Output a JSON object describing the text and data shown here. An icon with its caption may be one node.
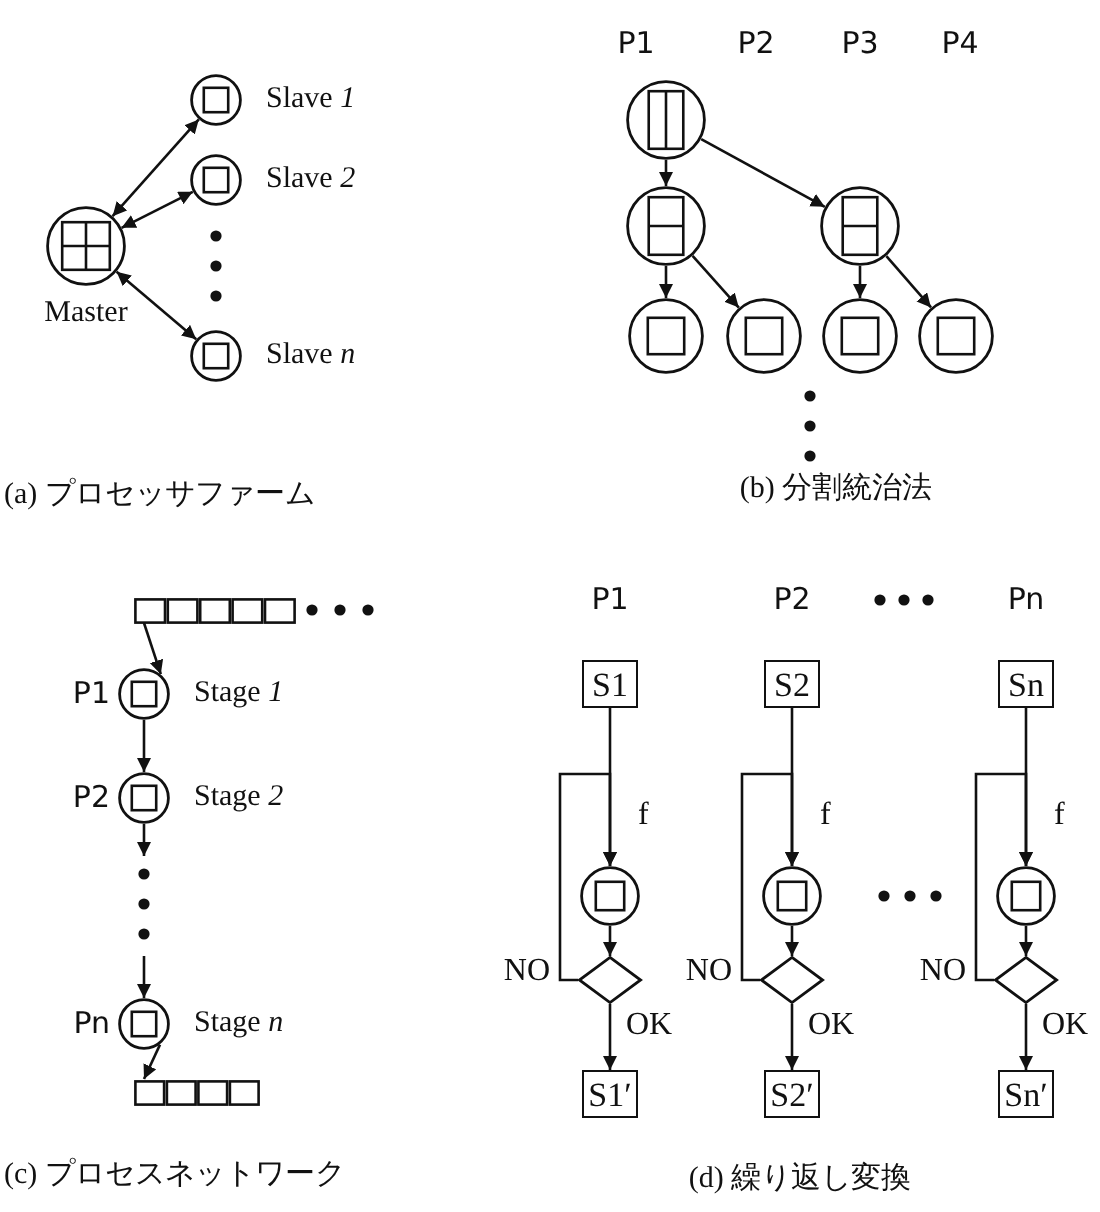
{
  "diagram": {
    "nodes": [
      {
        "text": [],
        "shape": "circle",
        "beside": [
          "Master"
        ]
      },
      {
        "text": [],
        "shape": "circle",
        "beside": [
          "Slave *1*"
        ]
      },
      {
        "text": [],
        "shape": "circle",
        "beside": [
          "Slave *2*"
        ]
      },
      {
        "text": [],
        "shape": "circle",
        "beside": [
          "Slave *n*"
        ]
      },
      {
        "text": [],
        "shape": "circle"
      },
      {
        "text": [],
        "shape": "circle"
      },
      {
        "text": [],
        "shape": "circle"
      },
      {
        "text": [],
        "shape": "circle"
      },
      {
        "text": [],
        "shape": "circle"
      },
      {
        "text": [],
        "shape": "circle"
      },
      {
        "text": [],
        "shape": "circle"
      },
      {
        "text": [],
        "shape": "box"
      },
      {
        "text": [],
        "shape": "circle",
        "beside": [
          "P1",
          "Stage *1*"
        ]
      },
      {
        "text": [],
        "shape": "circle",
        "beside": [
          "P2",
          "Stage *2*"
        ]
      },
      {
        "text": [],
        "shape": "circle",
        "beside": [
          "Pn",
          "Stage *n*"
        ]
      },
      {
        "text": [],
        "shape": "box"
      },
      {
        "text": [
          "S1"
        ]
      },
      {
        "text": [],
        "shape": "circle"
      },
      {
        "text": [],
        "shape": "diamond"
      },
      {
        "text": [
          "S1′"
        ]
      },
      {
        "text": [
          "S2"
        ]
      },
      {
        "text": [],
        "shape": "circle"
      },
      {
        "text": [],
        "shape": "diamond"
      },
      {
        "text": [
          "S2′"
        ]
      },
      {
        "text": [
          "Sn"
        ]
      },
      {
        "text": [],
        "shape": "circle"
      },
      {
        "text": [],
        "shape": "diamond"
      },
      {
        "text": [
          "Sn′"
        ]
      }
    ],
    "edges": [
      {
        "from": 0,
        "to": 1,
        "arrow": "both"
      },
      {
        "from": 0,
        "to": 2,
        "arrow": "both"
      },
      {
        "from": 0,
        "to": 3,
        "arrow": "both"
      },
      {
        "from": 4,
        "to": 5,
        "arrow": "to"
      },
      {
        "from": 4,
        "to": 6,
        "arrow": "to"
      },
      {
        "from": 5,
        "to": 7,
        "arrow": "to"
      },
      {
        "from": 5,
        "to": 8,
        "arrow": "to"
      },
      {
        "from": 6,
        "to": 9,
        "arrow": "to"
      },
      {
        "from": 6,
        "to": 10,
        "arrow": "to"
      },
      {
        "from": 11,
        "to": 12,
        "arrow": "to"
      },
      {
        "from": 12,
        "to": 13,
        "arrow": "to"
      },
      {
        "from": 13,
        "to": null,
        "arrow": "to"
      },
      {
        "from": null,
        "to": 14,
        "arrow": "to"
      },
      {
        "from": 14,
        "to": 15,
        "arrow": "to"
      },
      {
        "from": 16,
        "to": 17,
        "arrow": "to",
        "label": "f"
      },
      {
        "from": 17,
        "to": 18,
        "arrow": "to"
      },
      {
        "from": 18,
        "to": 19,
        "arrow": "to",
        "label": "OK"
      },
      {
        "from": 18,
        "to": 17,
        "arrow": "to",
        "label": "NO"
      },
      {
        "from": 20,
        "to": 21,
        "arrow": "to",
        "label": "f"
      },
      {
        "from": 21,
        "to": 22,
        "arrow": "to"
      },
      {
        "from": 22,
        "to": 23,
        "arrow": "to",
        "label": "OK"
      },
      {
        "from": 22,
        "to": 21,
        "arrow": "to",
        "label": "NO"
      },
      {
        "from": 24,
        "to": 25,
        "arrow": "to",
        "label": "f"
      },
      {
        "from": 25,
        "to": 26,
        "arrow": "to"
      },
      {
        "from": 26,
        "to": 27,
        "arrow": "to",
        "label": "OK"
      },
      {
        "from": 26,
        "to": 25,
        "arrow": "to",
        "label": "NO"
      }
    ],
    "labels": [
      "P1",
      "P2",
      "P3",
      "P4",
      "(a) プロセッサファーム",
      "(b) 分割統治法",
      "P1",
      "P2",
      "Pn",
      "(c) プロセスネットワーク",
      "(d) 繰り返し変換"
    ]
  }
}
